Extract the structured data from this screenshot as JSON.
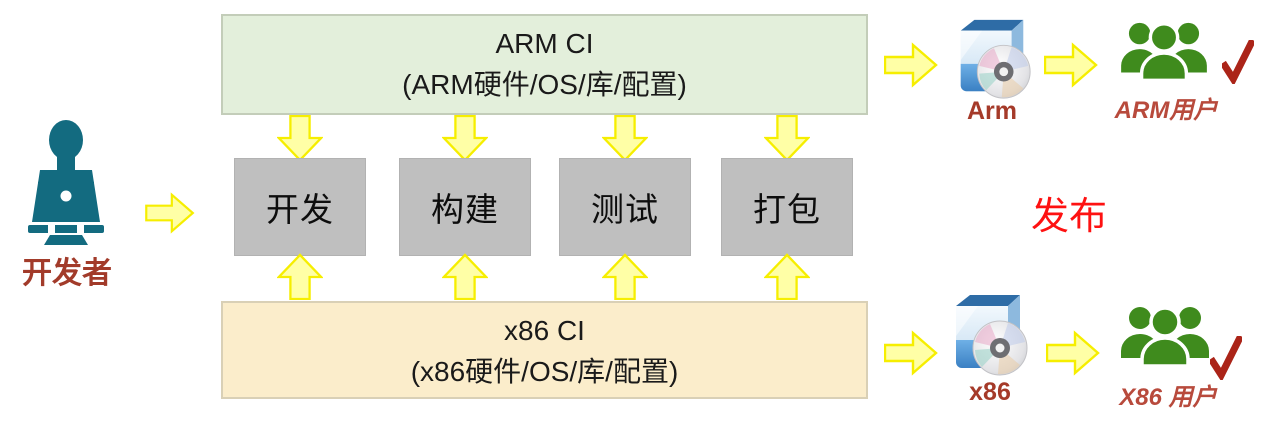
{
  "developer": {
    "label": "开发者"
  },
  "arm_ci": {
    "title": "ARM CI",
    "subtitle": "(ARM硬件/OS/库/配置)"
  },
  "x86_ci": {
    "title": "x86 CI",
    "subtitle": "(x86硬件/OS/库/配置)"
  },
  "stages": [
    {
      "label": "开发"
    },
    {
      "label": "构建"
    },
    {
      "label": "测试"
    },
    {
      "label": "打包"
    }
  ],
  "release": {
    "label": "发布"
  },
  "arm_output": {
    "package_label": "Arm",
    "users_label": "ARM用户"
  },
  "x86_output": {
    "package_label": "x86",
    "users_label": "X86 用户"
  },
  "icons": {
    "developer": "developer-at-laptop-icon",
    "package": "software-box-with-disc-icon",
    "users": "user-group-icon",
    "check": "red-checkmark-icon",
    "flow_arrow": "yellow-block-arrow"
  },
  "colors": {
    "arm_box_bg": "#e3efdb",
    "x86_box_bg": "#fbedcb",
    "stage_bg": "#bfbfbf",
    "arrow_fill": "#ffffa6",
    "arrow_stroke": "#f6ee00",
    "release_red": "#fe1111",
    "label_red_brown": "#a53a29",
    "users_green": "#3f8b1d",
    "check_red": "#ab2418",
    "developer_teal": "#136b80",
    "text_black": "#1a1a1a"
  }
}
